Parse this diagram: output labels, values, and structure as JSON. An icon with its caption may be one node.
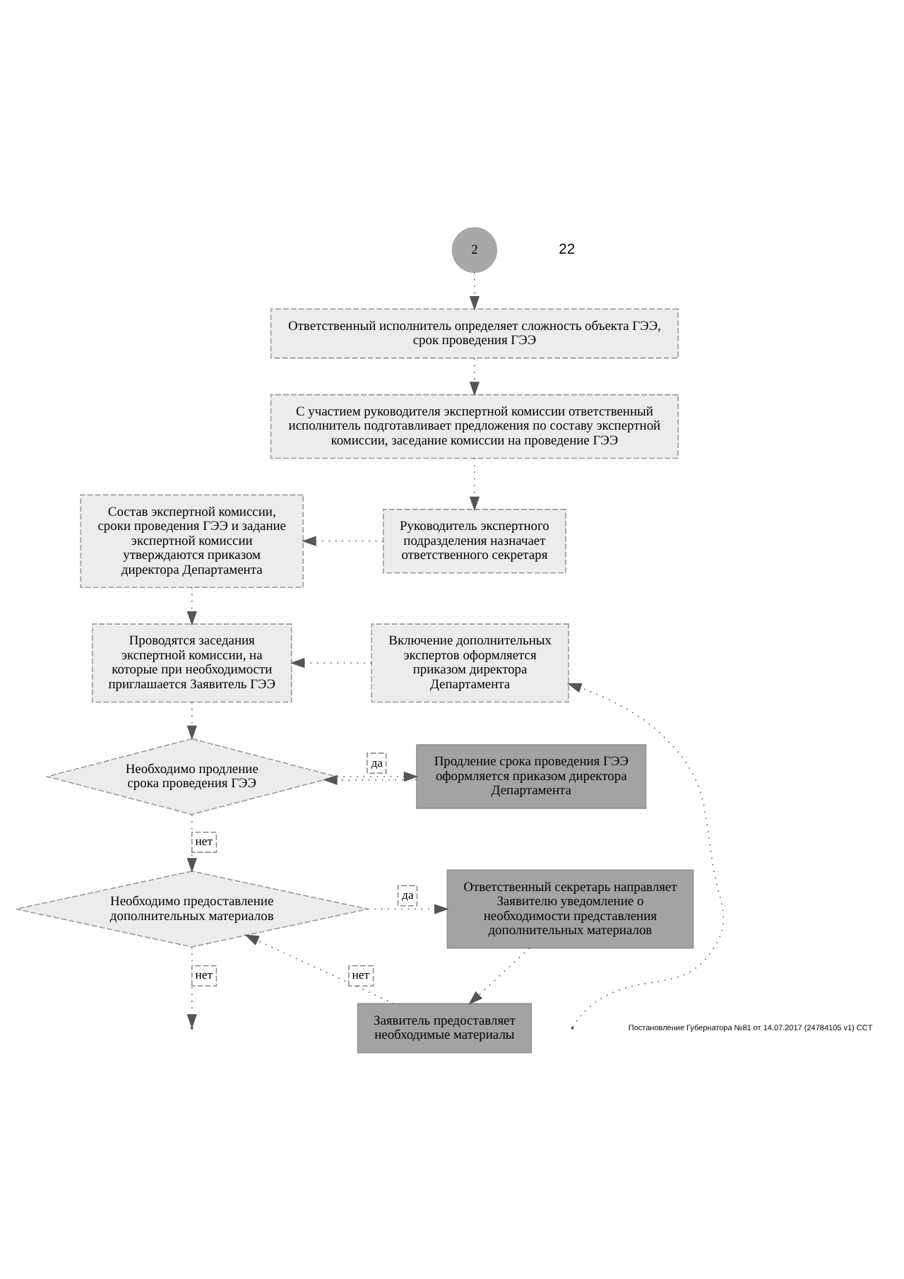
{
  "diagram": {
    "nodes": [
      {
        "text": [
          "2"
        ]
      },
      {
        "text": [
          "Ответственный исполнитель определяет сложность объекта ГЭЭ, срок проведения ГЭЭ"
        ]
      },
      {
        "text": [
          "С участием руководителя экспертной комиссии ответственный исполнитель подготавливает предложения по составу экспертной комиссии, заседание комиссии на проведение ГЭЭ"
        ]
      },
      {
        "text": [
          "Состав экспертной комиссии, сроки проведения ГЭЭ и задание экспертной комиссии утверждаются приказом директора Департамента"
        ]
      },
      {
        "text": [
          "Руководитель экспертного подразделения назначает ответственного секретаря"
        ]
      },
      {
        "text": [
          "Проводятся заседания экспертной комиссии, на которые при необходимости приглашается Заявитель ГЭЭ"
        ]
      },
      {
        "text": [
          "Включение дополнительных экспертов оформляется приказом директора Департамента"
        ]
      },
      {
        "text": [
          "Необходимо продление срока проведения ГЭЭ"
        ]
      },
      {
        "text": [
          "Продление срока проведения ГЭЭ оформляется приказом директора Департамента"
        ]
      },
      {
        "text": [
          "Необходимо предоставление дополнительных материалов"
        ]
      },
      {
        "text": [
          "Ответственный секретарь направляет Заявителю уведомление о необходимости представления дополнительных материалов"
        ]
      },
      {
        "text": [
          "Заявитель предоставляет необходимые материалы"
        ]
      }
    ],
    "edges": [
      {
        "from": 0,
        "to": 1,
        "arrow": "to"
      },
      {
        "from": 1,
        "to": 2,
        "arrow": "to"
      },
      {
        "from": 2,
        "to": 4,
        "arrow": "to"
      },
      {
        "from": 4,
        "to": 3,
        "arrow": "to"
      },
      {
        "from": 3,
        "to": 5,
        "arrow": "to"
      },
      {
        "from": null,
        "to": 6,
        "arrow": "to"
      },
      {
        "from": 6,
        "to": 5,
        "arrow": "to"
      },
      {
        "from": 5,
        "to": 7,
        "arrow": "to"
      },
      {
        "from": 7,
        "to": 8,
        "arrow": "to",
        "label": "да"
      },
      {
        "from": 8,
        "to": 7,
        "arrow": "to"
      },
      {
        "from": 7,
        "to": 9,
        "arrow": "to",
        "label": "нет"
      },
      {
        "from": 9,
        "to": 10,
        "arrow": "to",
        "label": "да"
      },
      {
        "from": 10,
        "to": 11,
        "arrow": "to"
      },
      {
        "from": 11,
        "to": 9,
        "arrow": "to",
        "label": "нет"
      },
      {
        "from": 9,
        "to": null,
        "arrow": "to",
        "label": "нет"
      }
    ],
    "labels": [
      "22",
      "Постановление Губернатора №81 от 14.07.2017 (24784105 v1) CCT"
    ]
  }
}
